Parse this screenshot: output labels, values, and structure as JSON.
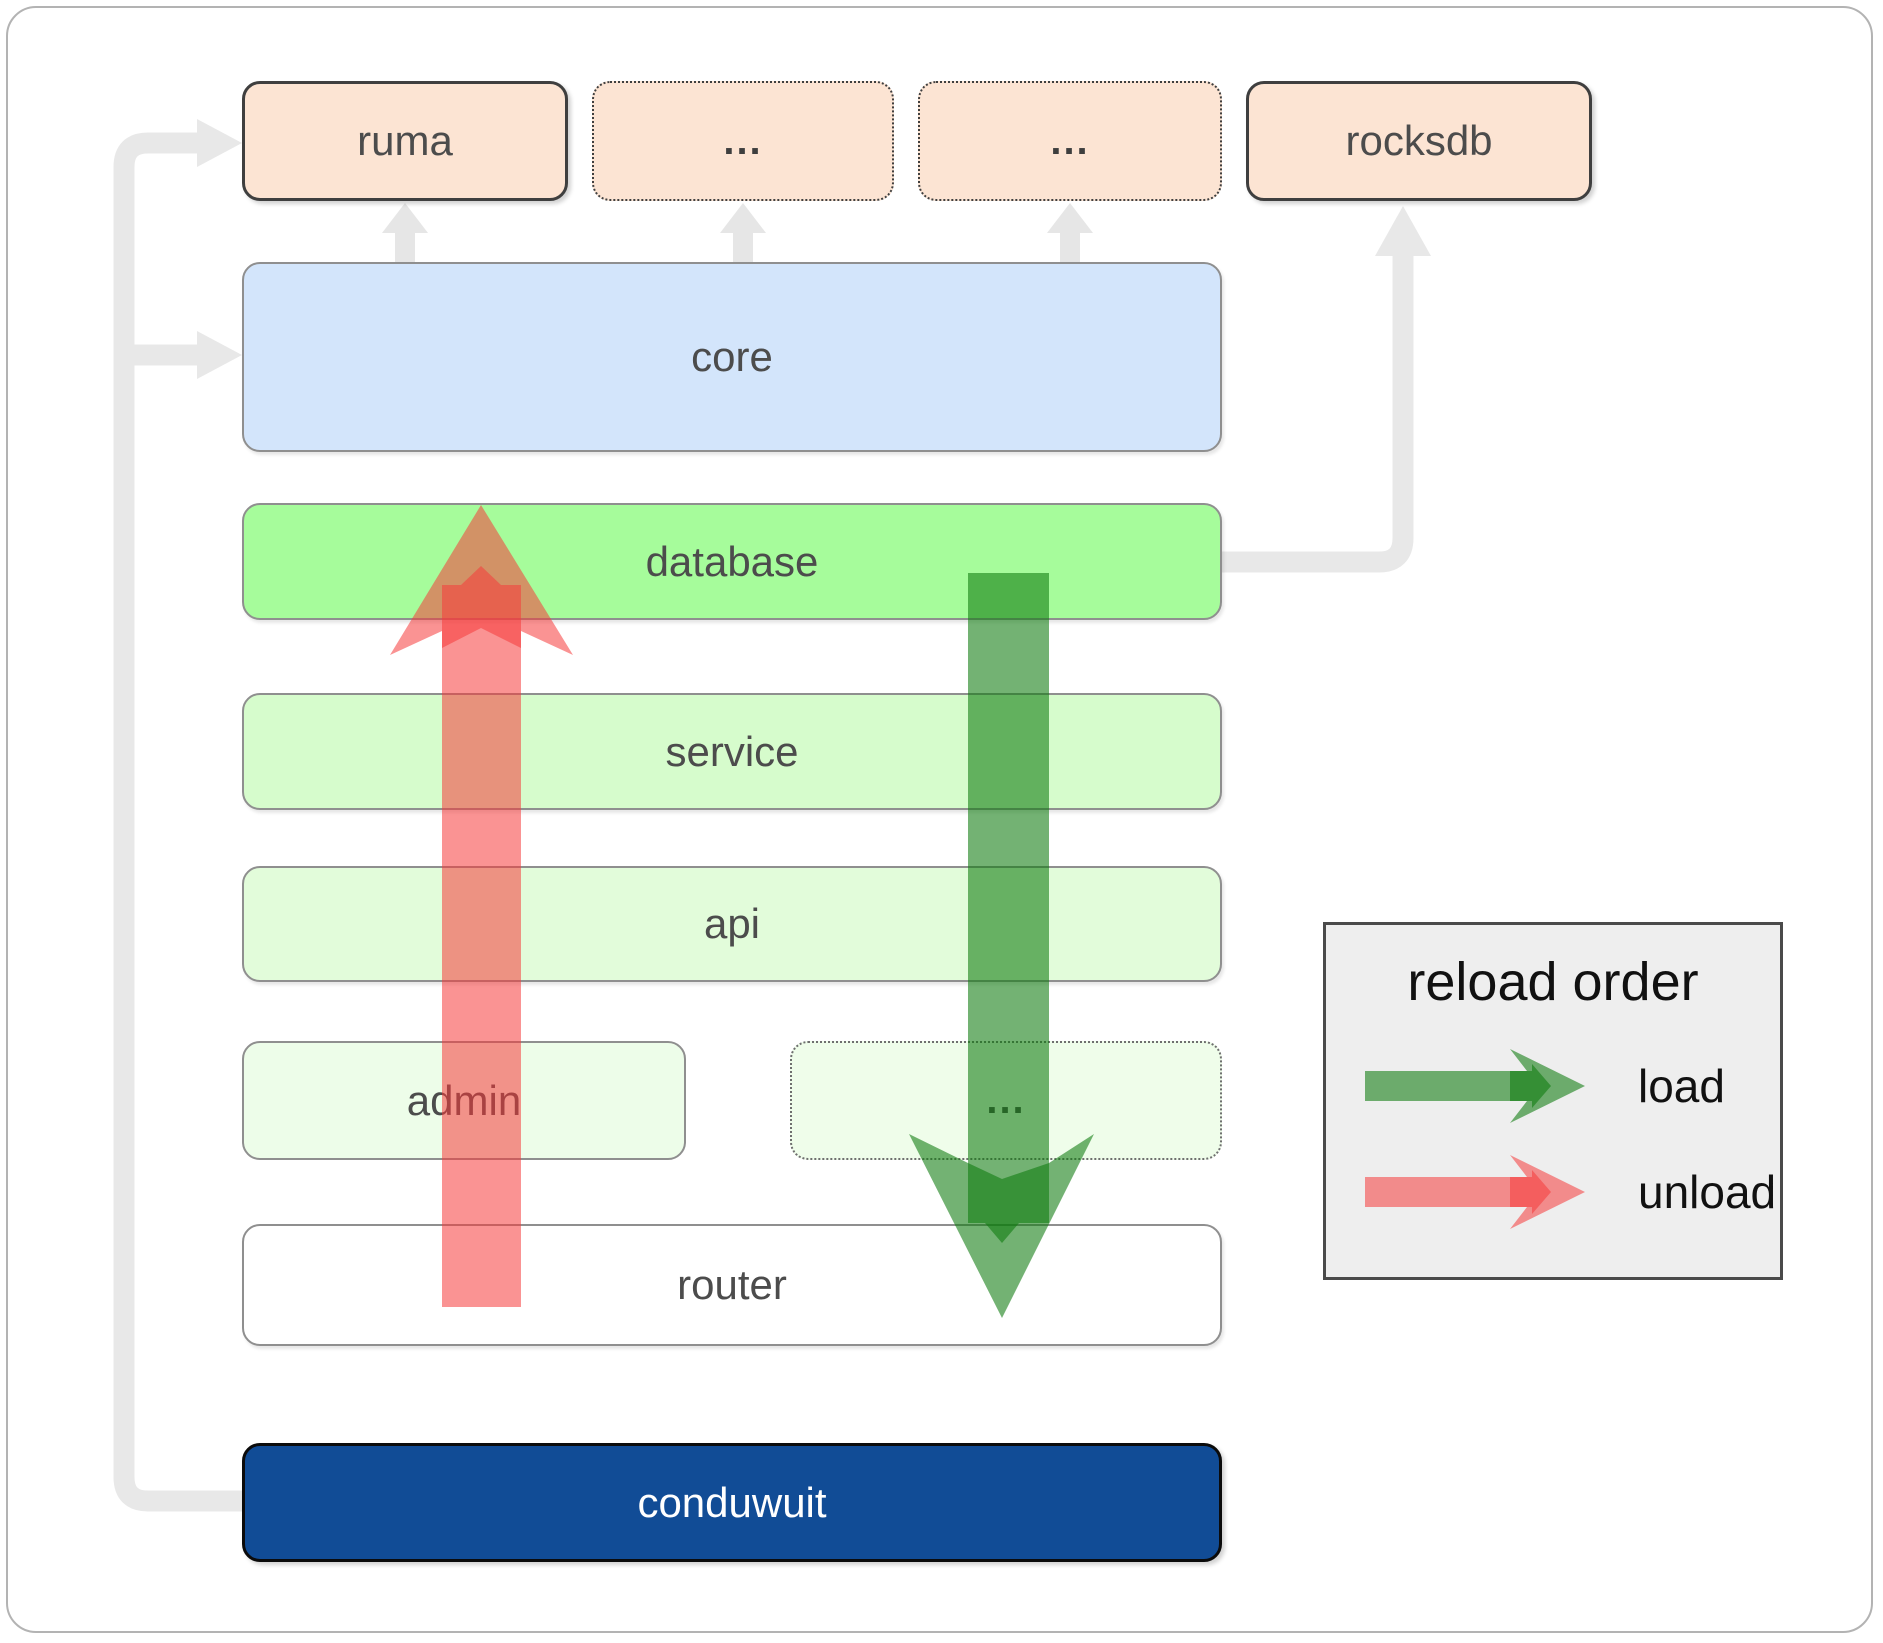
{
  "diagram": {
    "top_row": [
      {
        "label": "ruma",
        "border": "solid"
      },
      {
        "label": "...",
        "border": "dotted"
      },
      {
        "label": "...",
        "border": "dotted"
      },
      {
        "label": "rocksdb",
        "border": "solid"
      }
    ],
    "core": {
      "label": "core"
    },
    "database": {
      "label": "database"
    },
    "service": {
      "label": "service"
    },
    "api": {
      "label": "api"
    },
    "admin": {
      "label": "admin"
    },
    "admin_dots": {
      "label": "..."
    },
    "router": {
      "label": "router"
    },
    "conduwuit": {
      "label": "conduwuit"
    }
  },
  "legend": {
    "title": "reload order",
    "items": [
      {
        "label": "load",
        "color": "#0e7a0e"
      },
      {
        "label": "unload",
        "color": "#f63b3b"
      }
    ]
  },
  "colors": {
    "peach_fill": "#fce4d3",
    "core_fill": "#d3e5fb",
    "database_fill": "#a6fc9b",
    "service_fill": "#d6fccc",
    "api_fill": "#e2fcda",
    "admin_fill": "#edfde9",
    "conduwuit_fill": "#114c96",
    "connector_gray": "#e8e8e8",
    "load_green": "#0e7a0e",
    "unload_red": "#f63b3b",
    "legend_bg": "#eeeeee"
  }
}
